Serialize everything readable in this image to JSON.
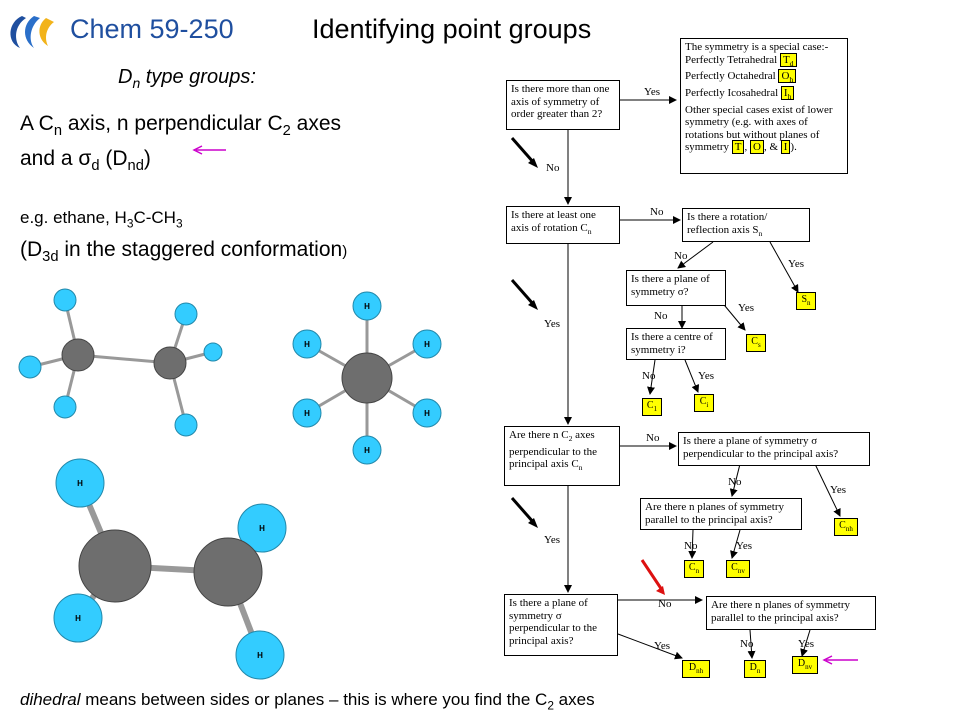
{
  "header": {
    "course": "Chem 59-250",
    "title": "Identifying point groups",
    "subtitle_main": "D",
    "subtitle_sub": "n",
    "subtitle_rest": " type groups:"
  },
  "description": {
    "line1_a": "A C",
    "line1_sub1": "n",
    "line1_b": " axis, n perpendicular C",
    "line1_sub2": "2",
    "line1_c": " axes",
    "line2_a": "and a ",
    "line2_sigma": "σ",
    "line2_sub": "d",
    "line2_b": " (D",
    "line2_sub2": "nd",
    "line2_c": ")"
  },
  "example": {
    "a": "e.g. ethane, H",
    "sub1": "3",
    "b": "C-CH",
    "sub2": "3",
    "d3d_a": "(D",
    "d3d_sub": "3d",
    "d3d_b": " in the staggered conformation",
    "d3d_c": ")"
  },
  "footer": {
    "italic": "dihedral",
    "rest": " means between sides or planes – this is where you find the C",
    "sub": "2",
    "end": " axes"
  },
  "molecule": {
    "atom_label": "H"
  },
  "flowchart": {
    "q1": "Is there more than one axis of symmetry of order greater than 2?",
    "special_line1": "The symmetry is a special case:-",
    "special_tet": "Perfectly Tetrahedral",
    "special_tet_sym": "T",
    "special_tet_sub": "d",
    "special_oct": "Perfectly Octahedral",
    "special_oct_sym": "O",
    "special_oct_sub": "h",
    "special_ico": "Perfectly Icosahedral",
    "special_ico_sym": "I",
    "special_ico_sub": "h",
    "special_other": "Other special cases exist of lower symmetry (e.g. with axes of rotations but without planes of symmetry",
    "special_T": "T",
    "special_O": "O",
    "special_I": "I",
    "q2": "Is there at least one axis of rotation C",
    "q2_sub": "n",
    "q3": "Is there a rotation/ reflection axis S",
    "q3_sub": "n",
    "q4": "Is there a plane of symmetry σ?",
    "q5": "Is there a centre of symmetry i?",
    "q6": "Are there n C",
    "q6_sub": "2",
    "q6_b": " axes perpendicular to the principal axis C",
    "q6_sub2": "n",
    "q7": "Is there a plane of symmetry σ perpendicular to the principal axis?",
    "q8": "Are there n planes of symmetry parallel to the principal axis?",
    "q9": "Is there a plane of symmetry σ perpendicular to the principal axis?",
    "q10": "Are there n planes of symmetry parallel to the principal axis?",
    "yes": "Yes",
    "no": "No",
    "r_sn": "S",
    "r_sn_sub": "n",
    "r_cs": "C",
    "r_cs_sub": "s",
    "r_c1": "C",
    "r_c1_sub": "1",
    "r_ci": "C",
    "r_ci_sub": "i",
    "r_cnh": "C",
    "r_cnh_sub": "nh",
    "r_cn": "C",
    "r_cn_sub": "n",
    "r_cnv": "C",
    "r_cnv_sub": "nv",
    "r_dnh": "D",
    "r_dnh_sub": "nh",
    "r_dn": "D",
    "r_dn_sub": "n",
    "r_dnv": "D",
    "r_dnv_sub": "nv"
  },
  "colors": {
    "course": "#1f4f9f",
    "carbon": "#6e6e6e",
    "hydrogen": "#33ccff",
    "highlight": "#ffff00",
    "arrow_magenta": "#cc00cc",
    "arrow_red": "#dd1111"
  }
}
